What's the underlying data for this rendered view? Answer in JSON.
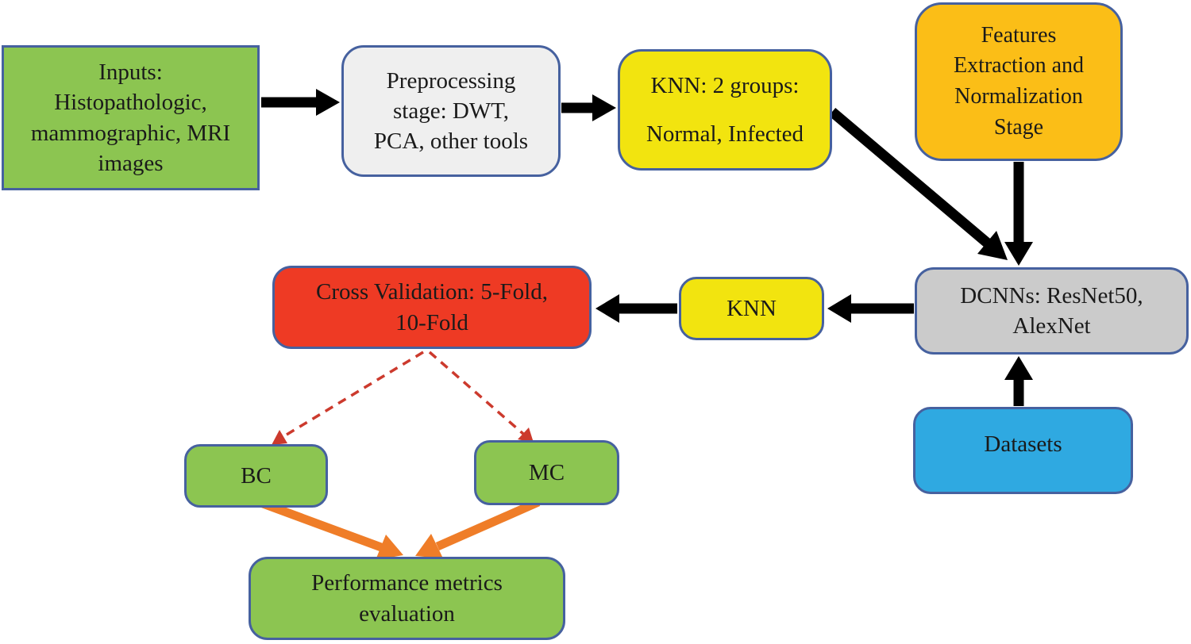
{
  "figure": {
    "description_visible": false
  },
  "colors": {
    "green": "#8CC551",
    "yellow": "#F2E40F",
    "amber": "#FBBE17",
    "red": "#EE3A24",
    "blue": "#2FA9E1",
    "gray": "#CBCBCB",
    "light_gray": "#EFEFEF",
    "border_blue": "#46619F",
    "arrow_black": "#000000",
    "arrow_red": "#CC3A2D",
    "arrow_orange": "#EF7D28",
    "text": "#1A1A1A"
  },
  "boxes": {
    "inputs": {
      "lines": [
        "Inputs:",
        "Histopathologic,",
        "mammographic, MRI",
        "images"
      ]
    },
    "preprocessing": {
      "lines": [
        "Preprocessing",
        "stage: DWT,",
        "PCA, other tools"
      ]
    },
    "knn_groups": {
      "lines": [
        "KNN: 2 groups:",
        "Normal, Infected"
      ]
    },
    "features": {
      "lines": [
        "Features",
        "Extraction and",
        "Normalization",
        "Stage"
      ]
    },
    "dcnns": {
      "lines": [
        "DCNNs: ResNet50,",
        "AlexNet"
      ]
    },
    "datasets": {
      "lines": [
        "Datasets"
      ]
    },
    "knn": {
      "lines": [
        "KNN"
      ]
    },
    "cross_validation": {
      "lines": [
        "Cross Validation: 5-Fold,",
        "10-Fold"
      ]
    },
    "bc": {
      "lines": [
        "BC"
      ]
    },
    "mc": {
      "lines": [
        "MC"
      ]
    },
    "performance": {
      "lines": [
        "Performance metrics",
        "evaluation"
      ]
    }
  }
}
